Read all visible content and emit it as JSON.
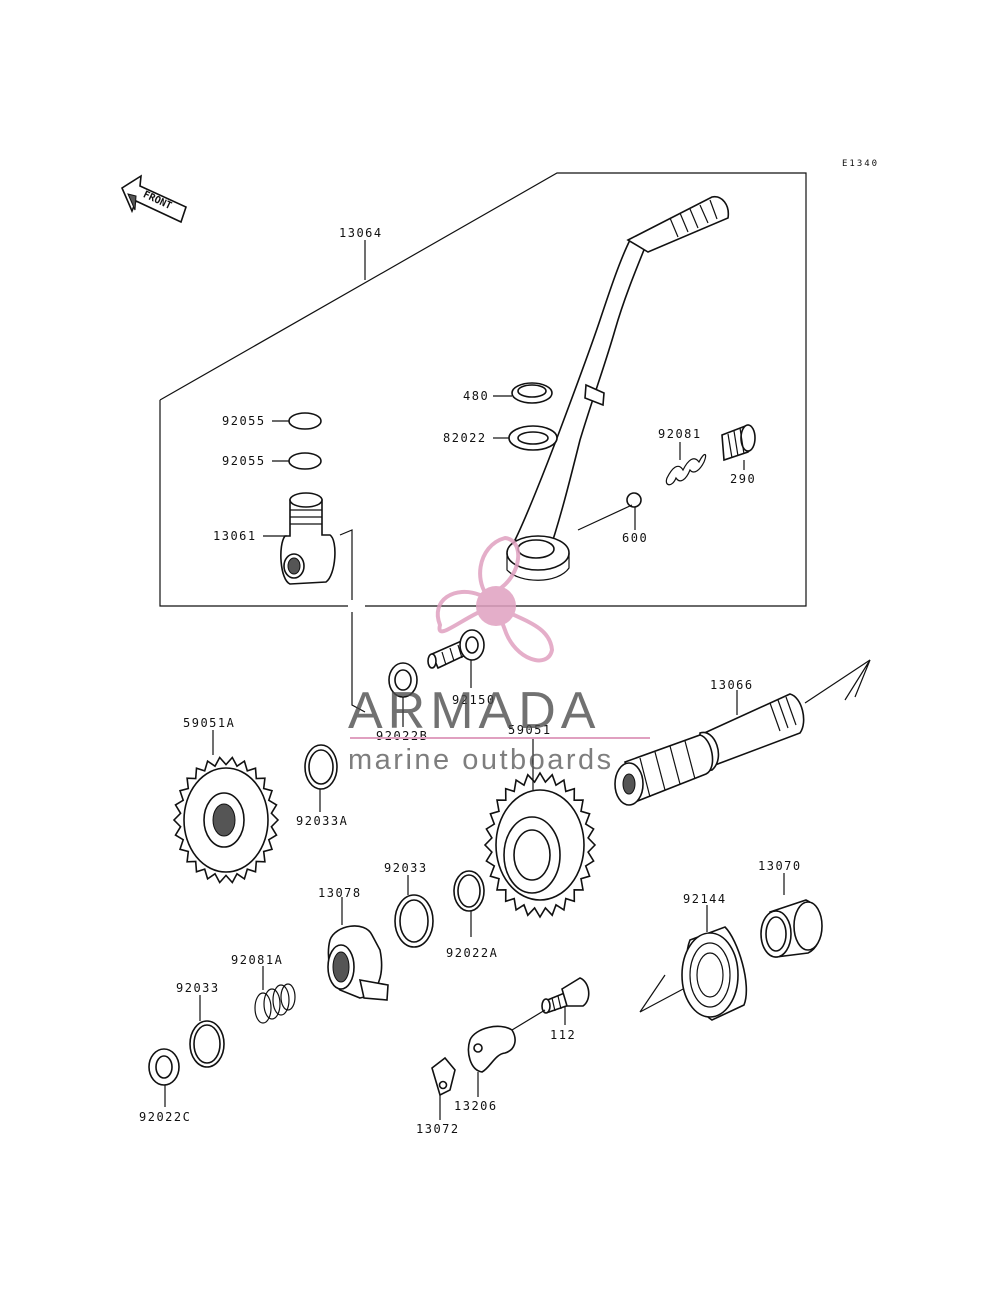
{
  "diagram": {
    "code": "E1340",
    "front_label": "FRONT",
    "labels": {
      "p13064": "13064",
      "p92055a": "92055",
      "p92055b": "92055",
      "p13061": "13061",
      "p480": "480",
      "p82022": "82022",
      "p92081": "92081",
      "p290": "290",
      "p600": "600",
      "p92150": "92150",
      "p92022b": "92022B",
      "p13066": "13066",
      "p59051a": "59051A",
      "p92033a": "92033A",
      "p59051": "59051",
      "p92033": "92033",
      "p92022a": "92022A",
      "p13078": "13078",
      "p92081a": "92081A",
      "p92033c": "92033",
      "p92022c": "92022C",
      "p13070": "13070",
      "p92144": "92144",
      "p112": "112",
      "p13206": "13206",
      "p13072": "13072"
    }
  },
  "watermark": {
    "brand": "ARMADA",
    "tagline": "marine outboards",
    "accent_color": "#e0a0c0",
    "logo": "propeller-logo"
  }
}
